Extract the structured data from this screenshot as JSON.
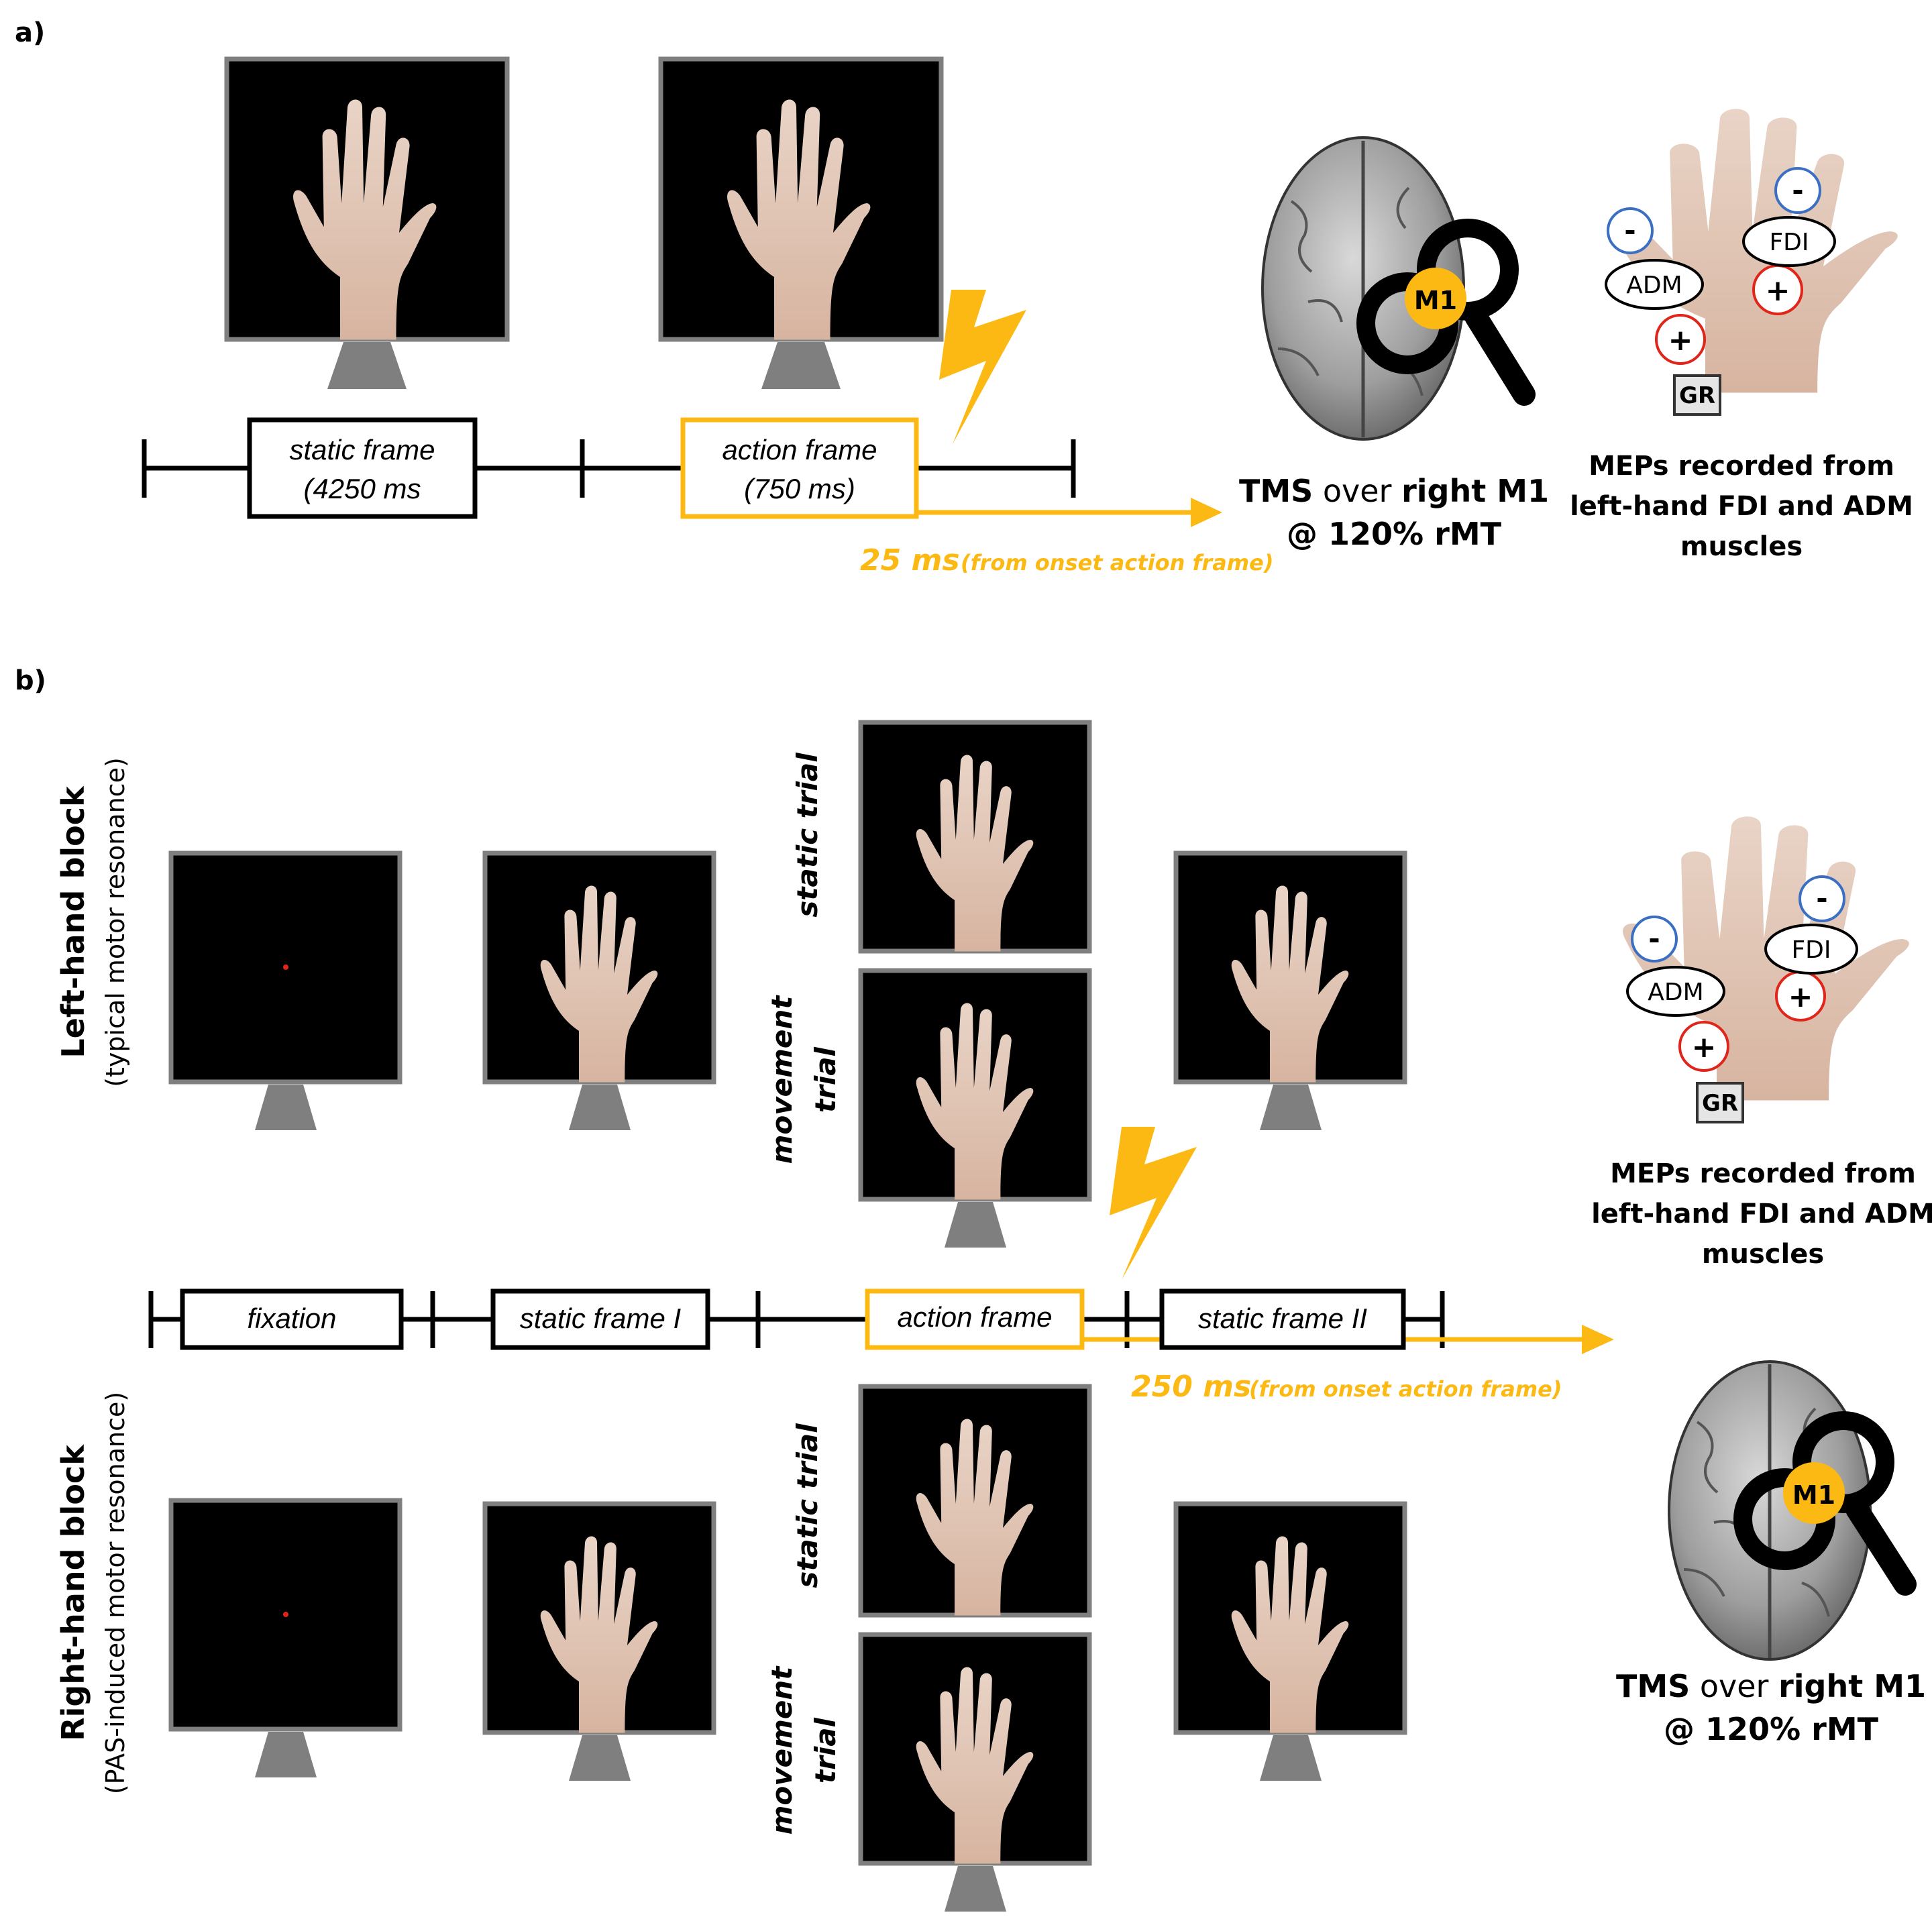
{
  "panel_a": {
    "label": "a)",
    "timeline": {
      "static_frame_line1": "static frame",
      "static_frame_line2": "(4250 ms",
      "action_frame_line1": "action frame",
      "action_frame_line2": "(750 ms)",
      "onset_value": "25 ms",
      "onset_note": "(from onset action frame)"
    },
    "tms": {
      "coil_label": "M1",
      "line1_a": "TMS",
      "line1_b": " over ",
      "line1_c": "right M1",
      "line2": "@ 120% rMT"
    },
    "emg": {
      "minus": "-",
      "plus": "+",
      "fdi": "FDI",
      "adm": "ADM",
      "gr": "GR",
      "line1": "MEPs recorded from",
      "line2": "left-hand FDI and ADM",
      "line3": "muscles"
    }
  },
  "panel_b": {
    "label": "b)",
    "left_block": {
      "title": "Left-hand block",
      "subtitle": "(typical motor resonance)"
    },
    "right_block": {
      "title": "Right-hand block",
      "subtitle": "(PAS-induced motor resonance)"
    },
    "trial_static": "static trial",
    "trial_movement_line1": "movement",
    "trial_movement_line2": "trial",
    "timeline": {
      "fixation": "fixation",
      "static_frame_1": "static frame I",
      "action_frame": "action frame",
      "static_frame_2": "static frame  II",
      "onset_value": "250 ms",
      "onset_note": "(from onset action frame)"
    },
    "emg": {
      "minus": "-",
      "plus": "+",
      "fdi": "FDI",
      "adm": "ADM",
      "gr": "GR",
      "line1": "MEPs recorded from",
      "line2": "left-hand FDI and ADM",
      "line3": "muscles"
    },
    "tms": {
      "coil_label": "M1",
      "line1_a": "TMS",
      "line1_b": " over ",
      "line1_c": "right M1",
      "line2": "@ 120% rMT"
    }
  },
  "colors": {
    "accent": "#FDB913",
    "monitor_frame": "#7f7f7f",
    "screen": "#000000",
    "plus_ring": "#e0251b",
    "minus_ring": "#3b6fc4"
  }
}
